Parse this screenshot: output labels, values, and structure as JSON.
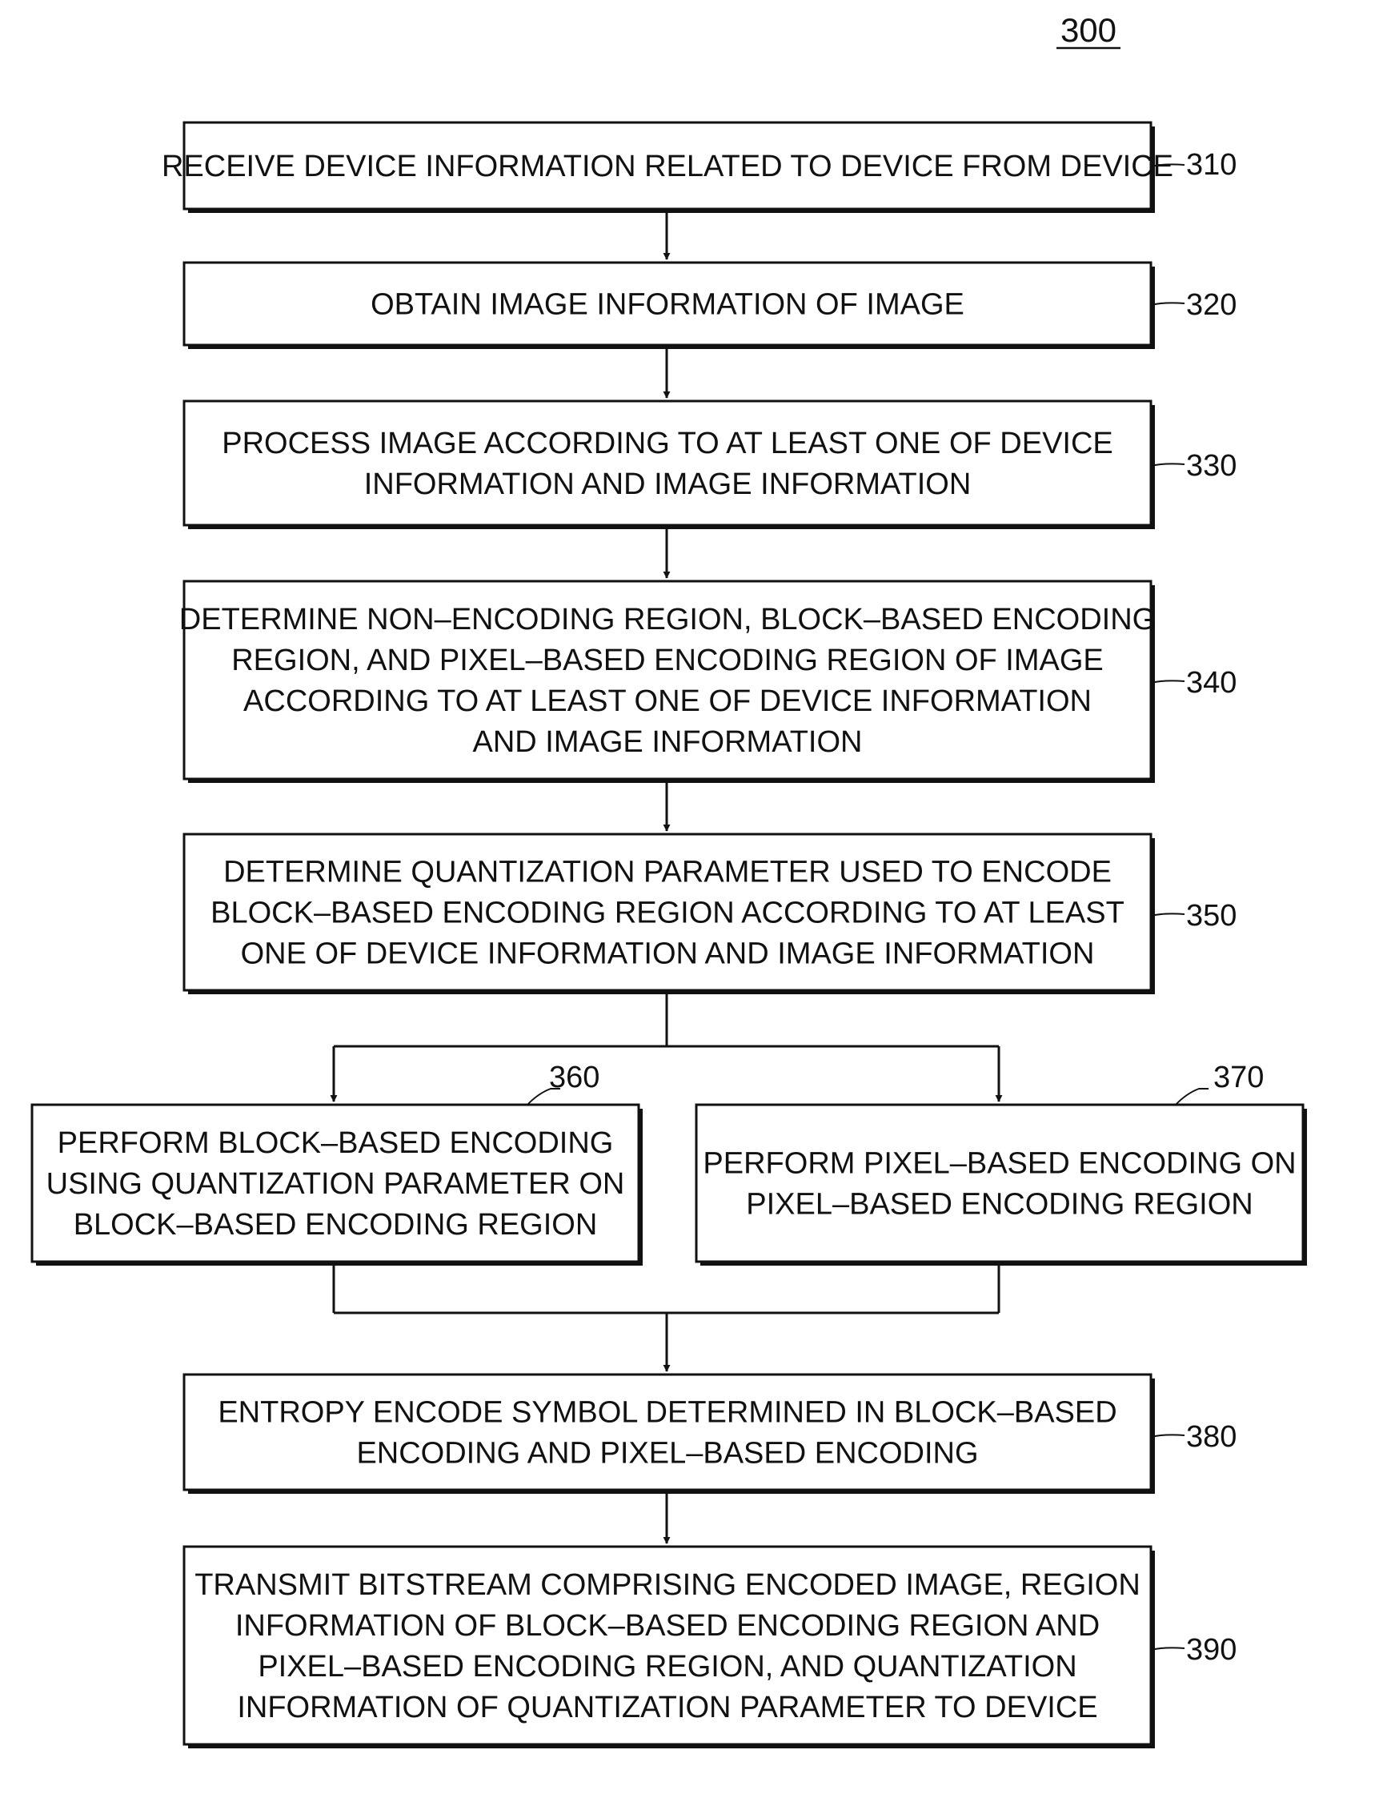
{
  "figure": {
    "label": "300"
  },
  "steps": [
    {
      "ref": "310",
      "lines": [
        "RECEIVE DEVICE INFORMATION RELATED TO DEVICE FROM DEVICE"
      ]
    },
    {
      "ref": "320",
      "lines": [
        "OBTAIN IMAGE INFORMATION OF IMAGE"
      ]
    },
    {
      "ref": "330",
      "lines": [
        "PROCESS IMAGE ACCORDING TO AT LEAST ONE OF DEVICE",
        "INFORMATION AND IMAGE INFORMATION"
      ]
    },
    {
      "ref": "340",
      "lines": [
        "DETERMINE NON–ENCODING REGION, BLOCK–BASED ENCODING",
        "REGION, AND PIXEL–BASED ENCODING REGION OF IMAGE",
        "ACCORDING TO AT LEAST ONE OF DEVICE INFORMATION",
        "AND IMAGE INFORMATION"
      ]
    },
    {
      "ref": "350",
      "lines": [
        "DETERMINE QUANTIZATION PARAMETER USED TO ENCODE",
        "BLOCK–BASED ENCODING REGION ACCORDING TO AT LEAST",
        "ONE OF DEVICE INFORMATION AND IMAGE INFORMATION"
      ]
    },
    {
      "ref": "360",
      "lines": [
        "PERFORM BLOCK–BASED ENCODING",
        "USING QUANTIZATION PARAMETER ON",
        "BLOCK–BASED ENCODING REGION"
      ]
    },
    {
      "ref": "370",
      "lines": [
        "PERFORM PIXEL–BASED ENCODING ON",
        "PIXEL–BASED ENCODING REGION"
      ]
    },
    {
      "ref": "380",
      "lines": [
        "ENTROPY ENCODE SYMBOL DETERMINED IN BLOCK–BASED",
        "ENCODING AND PIXEL–BASED ENCODING"
      ]
    },
    {
      "ref": "390",
      "lines": [
        "TRANSMIT BITSTREAM COMPRISING ENCODED IMAGE, REGION",
        "INFORMATION OF BLOCK–BASED ENCODING REGION AND",
        "PIXEL–BASED ENCODING REGION, AND QUANTIZATION",
        "INFORMATION OF QUANTIZATION PARAMETER TO DEVICE"
      ]
    }
  ]
}
